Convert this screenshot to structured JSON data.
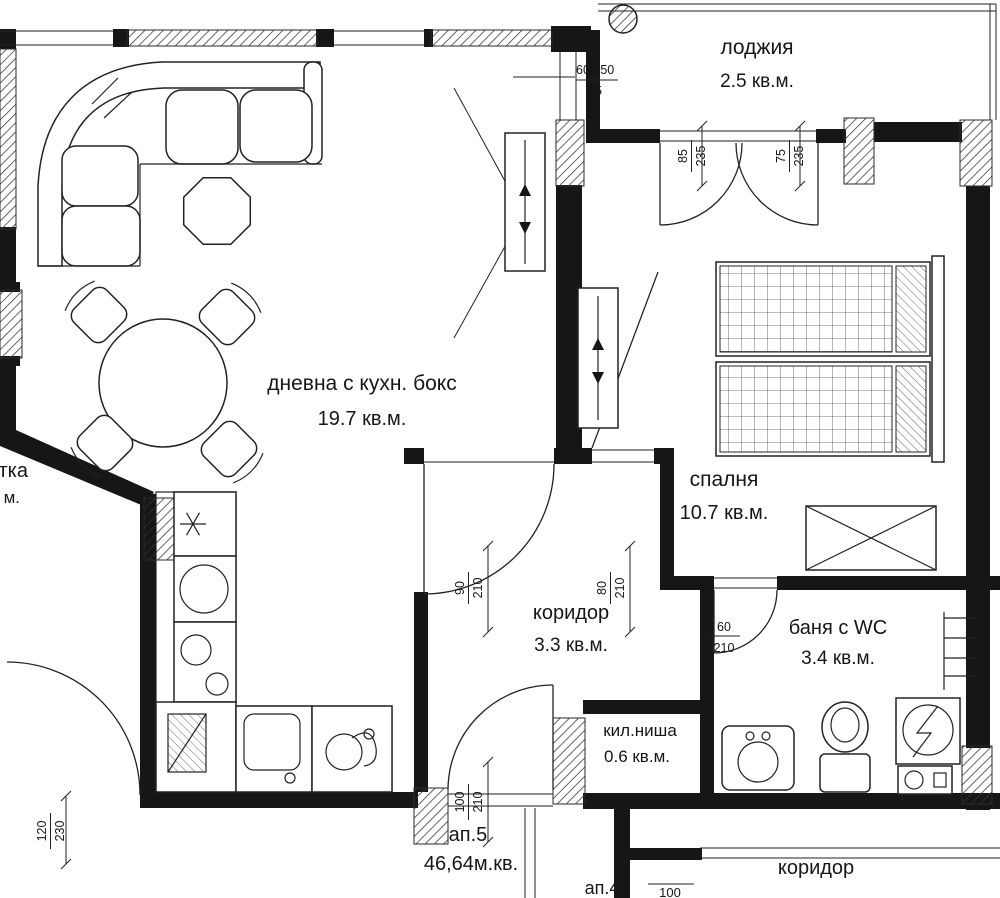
{
  "drawing": {
    "rooms": {
      "loggia": {
        "name": "лоджия",
        "area": "2.5 кв.м."
      },
      "living": {
        "name": "дневна с кухн. бокс",
        "area": "19.7 кв.м."
      },
      "bedroom": {
        "name": "спалня",
        "area": "10.7 кв.м."
      },
      "corridor": {
        "name": "коридор",
        "area": "3.3 кв.м."
      },
      "bathroom": {
        "name": "баня с WC",
        "area": "3.4 кв.м."
      },
      "closet": {
        "name": "кил.ниша",
        "area": "0.6 кв.м."
      }
    },
    "labels": {
      "apartment": "ап.5",
      "apartment_area": "46,64м.кв.",
      "apartment_next": "ап.4",
      "hall": "коридор",
      "cut_left_1": "тка",
      "cut_left_2": "м.",
      "dim_bottom": "100"
    },
    "dimensions": {
      "window_top": {
        "num": "60/150",
        "den": "65"
      },
      "balcony_door_left": {
        "num": "85",
        "den": "235"
      },
      "balcony_door_right": {
        "num": "75",
        "den": "235"
      },
      "living_door": {
        "num": "90",
        "den": "210"
      },
      "bedroom_door": {
        "num": "80",
        "den": "210"
      },
      "bath_door": {
        "num": "60",
        "den": "210"
      },
      "entry_door": {
        "num": "100",
        "den": "210"
      },
      "side_door": {
        "num": "120",
        "den": "230"
      }
    }
  }
}
